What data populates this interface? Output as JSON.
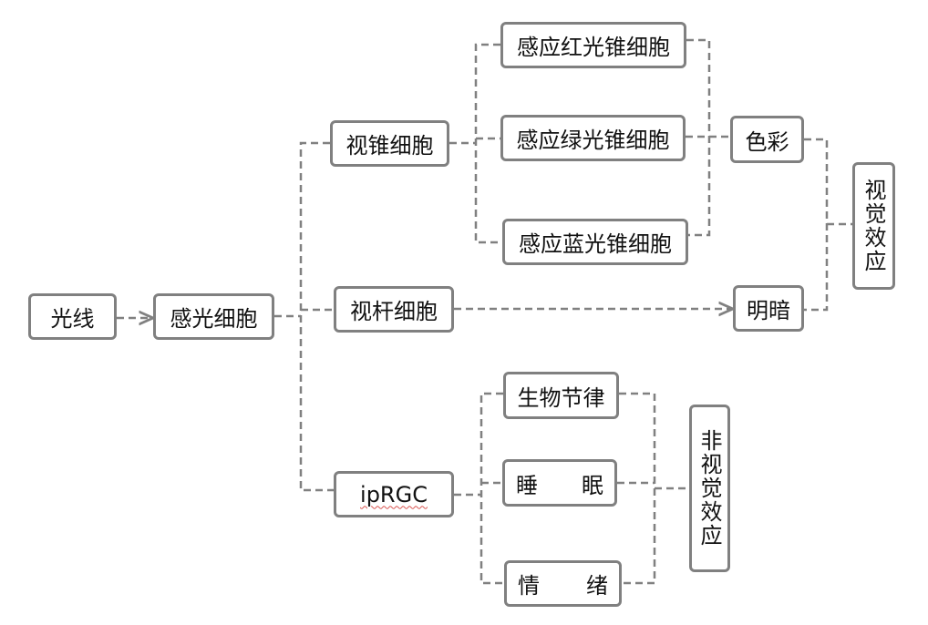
{
  "nodes": {
    "light": "光线",
    "photoreceptor": "感光细胞",
    "cone": "视锥细胞",
    "rod": "视杆细胞",
    "iprgc": "ipRGC",
    "red_cone": "感应红光锥细胞",
    "green_cone": "感应绿光锥细胞",
    "blue_cone": "感应蓝光锥细胞",
    "color": "色彩",
    "brightness": "明暗",
    "visual_effect": "视觉效应",
    "circadian": "生物节律",
    "sleep": [
      "睡",
      "眠"
    ],
    "emotion": [
      "情",
      "绪"
    ],
    "non_visual_effect": "非视觉效应"
  },
  "colors": {
    "border": "#808080",
    "connector": "#808080",
    "text": "#111111"
  }
}
